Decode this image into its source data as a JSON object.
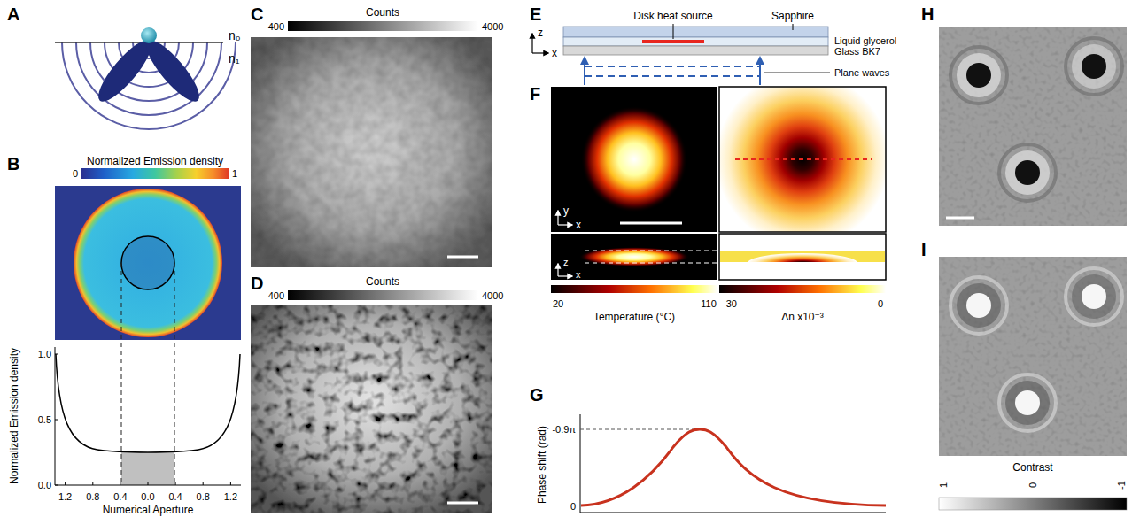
{
  "diagram": {
    "labels": [
      "A",
      "n₀",
      "n₁",
      "B",
      "Normalized Emission density",
      "0",
      "1",
      "Normalized Emission density",
      "1.0",
      "0.5",
      "0.0",
      "1.2",
      "0.8",
      "0.4",
      "0.0",
      "0.4",
      "0.8",
      "1.2",
      "Numerical Aperture",
      "C",
      "Counts",
      "400",
      "4000",
      "D",
      "Counts",
      "400",
      "4000",
      "E",
      "Disk heat source",
      "Sapphire",
      "z",
      "x",
      "Liquid glycerol",
      "Glass BK7",
      "Plane waves",
      "F",
      "y",
      "x",
      "z",
      "x",
      "20",
      "110",
      "Temperature (°C)",
      "-30",
      "0",
      "Δn x10⁻³",
      "G",
      "Phase shift (rad)",
      "-0.9π",
      "0",
      "H",
      "I",
      "Contrast",
      "1",
      "0",
      "-1"
    ]
  }
}
